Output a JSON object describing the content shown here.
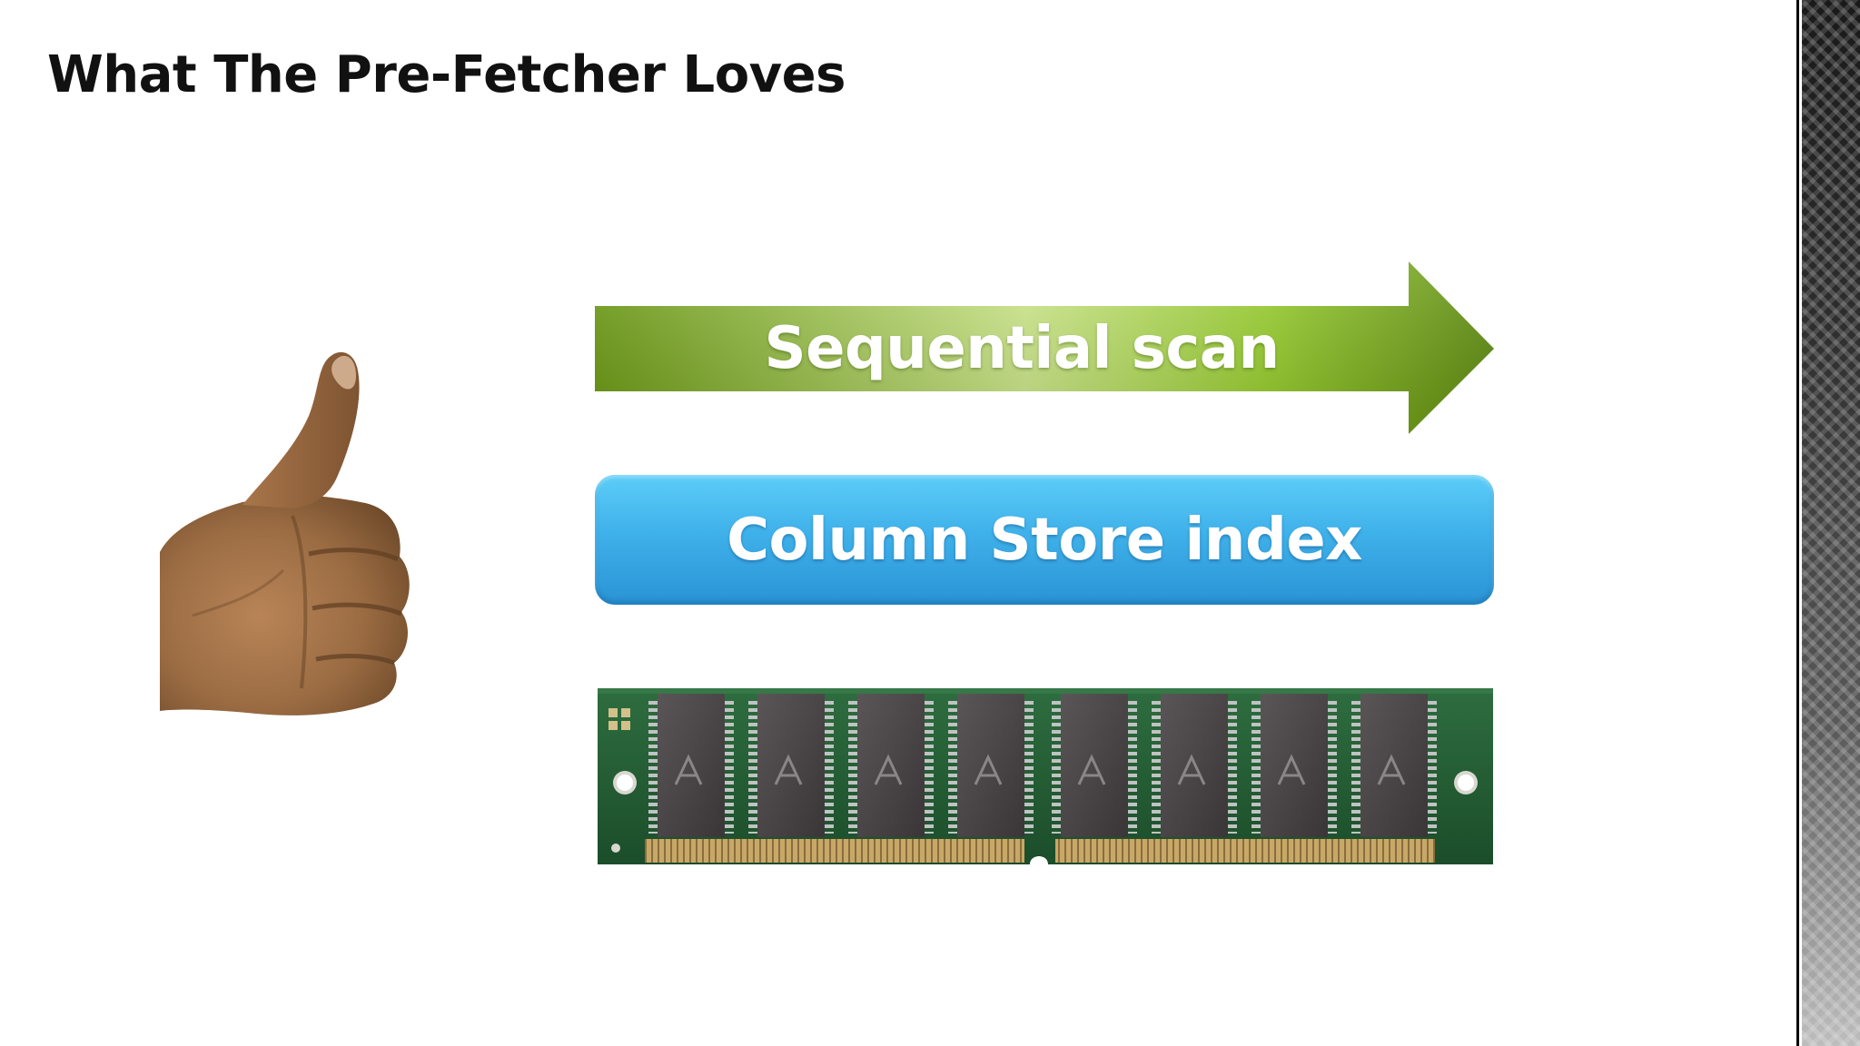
{
  "slide": {
    "title": "What The Pre-Fetcher Loves",
    "arrow_label": "Sequential scan",
    "box_label": "Column Store index"
  },
  "icons": {
    "hand": "thumbs-up-hand-icon",
    "ram": "ram-module-icon"
  },
  "colors": {
    "arrow_dark": "#6b9a12",
    "arrow_light": "#cde88a",
    "box_top": "#5ccdf8",
    "box_bottom": "#2a93d5",
    "pcb": "#1f5a32",
    "chip": "#4a4648",
    "gold": "#c8a868"
  }
}
